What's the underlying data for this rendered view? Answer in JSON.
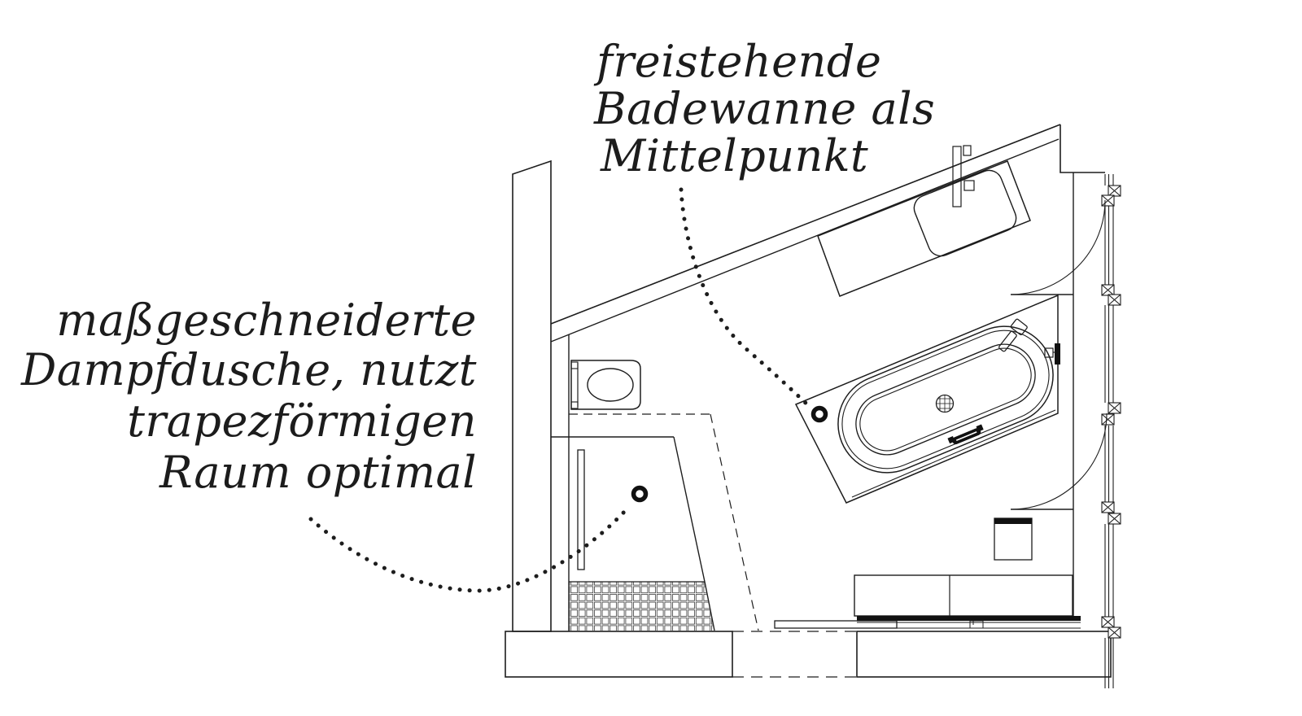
{
  "page": {
    "background": "#ffffff",
    "ink": "#1d1d1d"
  },
  "annotations": {
    "bathtub_note": {
      "lines": [
        "freistehende",
        "Badewanne als",
        "Mittelpunkt"
      ]
    },
    "shower_note": {
      "lines": [
        "maßgeschneiderte",
        "Dampfdusche, nutzt",
        "trapezförmigen",
        "Raum optimal"
      ]
    }
  },
  "plan": {
    "symbols": [
      "freestanding-bathtub",
      "bathtub-platform",
      "tub-drain",
      "hand-shower",
      "wall-filler-faucet",
      "vanity-counter",
      "vanity-sink",
      "wall-hung-toilet",
      "steam-shower",
      "shower-glass-panel",
      "tiled-shower-floor",
      "sliding-door",
      "hinged-glass-door",
      "window-band",
      "hatched-wall",
      "leader-dotted-line",
      "leader-end-marker",
      "low-cabinet",
      "side-cabinet"
    ]
  }
}
